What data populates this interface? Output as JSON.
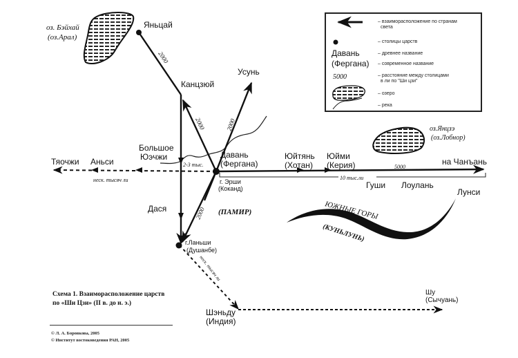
{
  "legend": {
    "items": [
      {
        "symbol": "arrow-left",
        "text": "– взаиморасположение по странам",
        "text2": "света"
      },
      {
        "symbol": "dot",
        "text": "– столицы царств"
      },
      {
        "symbol": "ancient-name",
        "sample": "Давань",
        "text": "– древнее название"
      },
      {
        "symbol": "modern-name",
        "sample": "(Фергана)",
        "text": "– современное название"
      },
      {
        "symbol": "distance",
        "sample": "5000",
        "text": "– расстояние между столицами",
        "text2": "в ли по \"Ши цзи\""
      },
      {
        "symbol": "lake",
        "text": "– озеро"
      },
      {
        "symbol": "river",
        "text": "– река"
      }
    ]
  },
  "places": {
    "yanchai": "Яньцай",
    "kangju": "Канцзюй",
    "usun": "Усунь",
    "bolshoe_yuechzhi_1": "Большое",
    "bolshoe_yuechzhi_2": "Юэчжи",
    "tyaochzhi": "Тяочжи",
    "ansi": "Аньси",
    "davan": "Давань",
    "davan_modern": "(Фергана)",
    "ershi": "г. Эрши",
    "ershi_modern": "(Коканд)",
    "yuityan": "Юйтянь",
    "yuityan_modern": "(Хотан)",
    "yuimi": "Юйми",
    "yuimi_modern": "(Керия)",
    "na_chanan": "на Чанъань",
    "gushi": "Гуши",
    "loulan": "Лоулань",
    "lunsi": "Лунси",
    "dasya": "Дася",
    "lanshi": "г.Ланьши",
    "lanshi_modern": "(Душанбе)",
    "shendu": "Шэньду",
    "shendu_modern": "(Индия)",
    "shu": "Шу",
    "shu_modern": "(Сычуань)",
    "pamir": "(ПАМИР)",
    "south_mountains": "ЮЖНЫЕ ГОРЫ",
    "kunlun": "(КУНЬЛУНЬ)",
    "lake_aral_1": "оз. Бэйхай",
    "lake_aral_2": "(оз.Арал)",
    "lake_lobnor_1": "оз.Янцзэ",
    "lake_lobnor_2": "(оз.Лобнор)"
  },
  "distances": {
    "yanchai_kangju": "2000",
    "davan_kangju": "2000",
    "davan_usun": "2000",
    "davan_lanshi": "2000",
    "davan_yuechzhi": "2-3 тыс.",
    "west_route": "неск. тысяч ли",
    "east_route_total": "10 тыс.ли",
    "east_route_segment": "5000",
    "lanshi_shendu": "неск. тысяч ли"
  },
  "caption": {
    "line1": "Схема 1.   Взаиморасположение царств",
    "line2": "по «Ши Цзи» (II в. до н. э.)"
  },
  "credits": {
    "line1": "© Л. А. Боровкова, 2005",
    "line2": "© Институт востоковедения РАН, 2005"
  }
}
